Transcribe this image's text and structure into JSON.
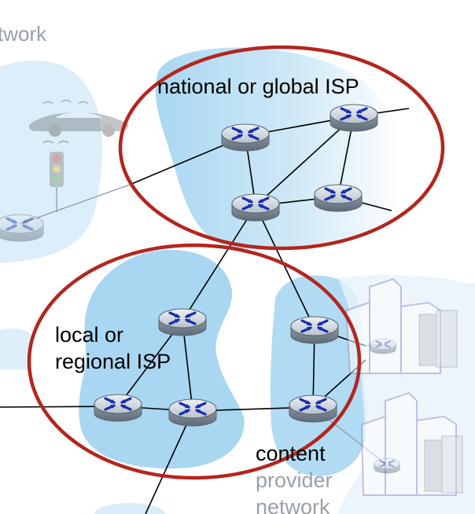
{
  "labels": {
    "top_left_fragment": "twork",
    "national_isp": "national or global ISP",
    "local_isp_line1": "local or",
    "local_isp_line2": "regional ISP",
    "content_line1": "content",
    "content_line2": "provider",
    "content_line3": "network"
  },
  "colors": {
    "region_blue": "#a9d7f2",
    "region_blue_light": "#cfe8f7",
    "isp_ellipse": "#b3261e",
    "router_body": "#9aa6b2",
    "router_arrow": "#1a2fb0",
    "faded_building": "#9a93d6"
  },
  "icons": {
    "router": "router-icon",
    "car": "car-icon",
    "traffic_light": "traffic-light-icon",
    "server": "server-icon",
    "building": "building-icon"
  }
}
